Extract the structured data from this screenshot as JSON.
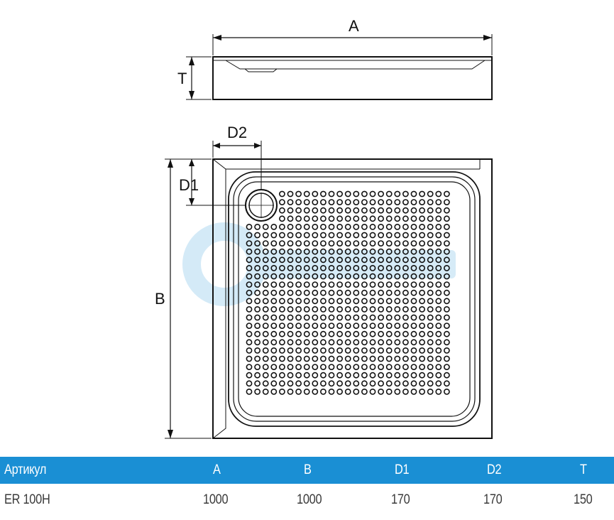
{
  "drawing": {
    "labels": {
      "width": "A",
      "height": "T",
      "length": "B",
      "drain_offset_y": "D1",
      "drain_offset_x": "D2"
    },
    "watermark_color": "#1a8fd4"
  },
  "table": {
    "header_color": "#1a8fd4",
    "headers": [
      "Артикул",
      "A",
      "B",
      "D1",
      "D2",
      "T"
    ],
    "rows": [
      [
        "ER 100H",
        "1000",
        "1000",
        "170",
        "170",
        "150"
      ]
    ]
  }
}
